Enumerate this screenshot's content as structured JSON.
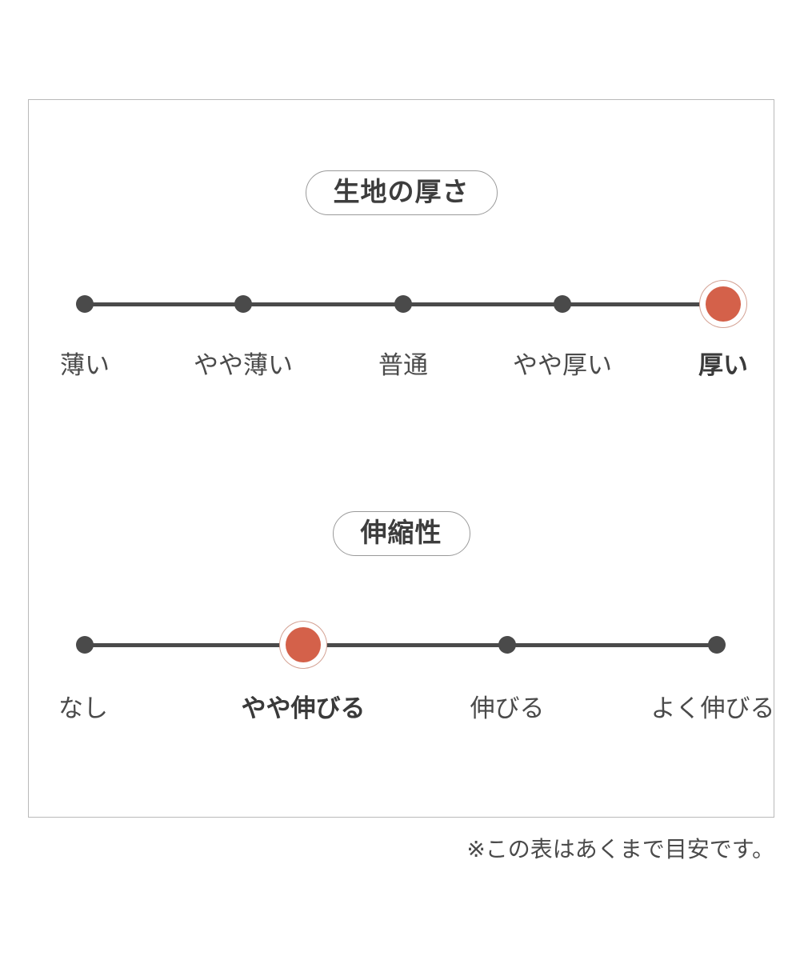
{
  "frame": {
    "border_color": "#b9b9b9",
    "background": "#ffffff"
  },
  "colors": {
    "track": "#4a4a4a",
    "dot": "#4a4a4a",
    "active_dot": "#d4614a",
    "active_ring": "#d4a294",
    "pill_border": "#9a9a9a",
    "text": "#4a4a4a"
  },
  "sections": [
    {
      "key": "thickness",
      "title": "生地の厚さ",
      "selected_index": 4,
      "points": [
        {
          "label": "薄い",
          "active": false
        },
        {
          "label": "やや薄い",
          "active": false
        },
        {
          "label": "普通",
          "active": false
        },
        {
          "label": "やや厚い",
          "active": false
        },
        {
          "label": "厚い",
          "active": true
        }
      ]
    },
    {
      "key": "stretch",
      "title": "伸縮性",
      "selected_index": 1,
      "points": [
        {
          "label": "なし",
          "active": false
        },
        {
          "label": "やや伸びる",
          "active": true
        },
        {
          "label": "伸びる",
          "active": false
        },
        {
          "label": "よく伸びる",
          "active": false
        }
      ]
    }
  ],
  "footnote": "※この表はあくまで目安です。",
  "chart_data": {
    "type": "table",
    "title": "",
    "charts": [
      {
        "name": "生地の厚さ",
        "categories": [
          "薄い",
          "やや薄い",
          "普通",
          "やや厚い",
          "厚い"
        ],
        "values": [
          0,
          0,
          0,
          0,
          1
        ],
        "selected": "厚い",
        "scale_positions": [
          1,
          2,
          3,
          4,
          5
        ],
        "ylim": [
          0,
          1
        ]
      },
      {
        "name": "伸縮性",
        "categories": [
          "なし",
          "やや伸びる",
          "伸びる",
          "よく伸びる"
        ],
        "values": [
          0,
          1,
          0,
          0
        ],
        "selected": "やや伸びる",
        "scale_positions": [
          1,
          2,
          3,
          4
        ],
        "ylim": [
          0,
          1
        ]
      }
    ],
    "xlabel": "",
    "ylabel": "",
    "grid": false,
    "legend": "none",
    "annotations": [
      "※この表はあくまで目安です。"
    ]
  }
}
